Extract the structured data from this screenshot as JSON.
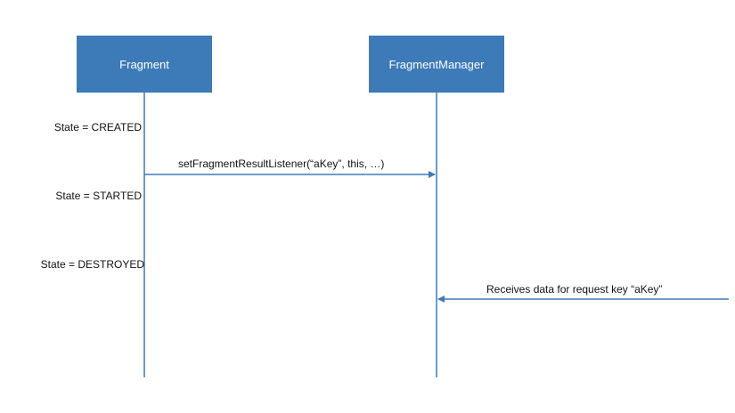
{
  "participants": {
    "fragment": "Fragment",
    "fragment_manager": "FragmentManager"
  },
  "states": {
    "created": "State = CREATED",
    "started": "State = STARTED",
    "destroyed": "State = DESTROYED"
  },
  "messages": {
    "set_listener": "setFragmentResultListener(“aKey”, this, …)",
    "receives_data": "Receives data for request key “aKey”"
  },
  "colors": {
    "box_fill": "#3d7ab8",
    "line": "#3d7ab8",
    "text": "#111111"
  }
}
